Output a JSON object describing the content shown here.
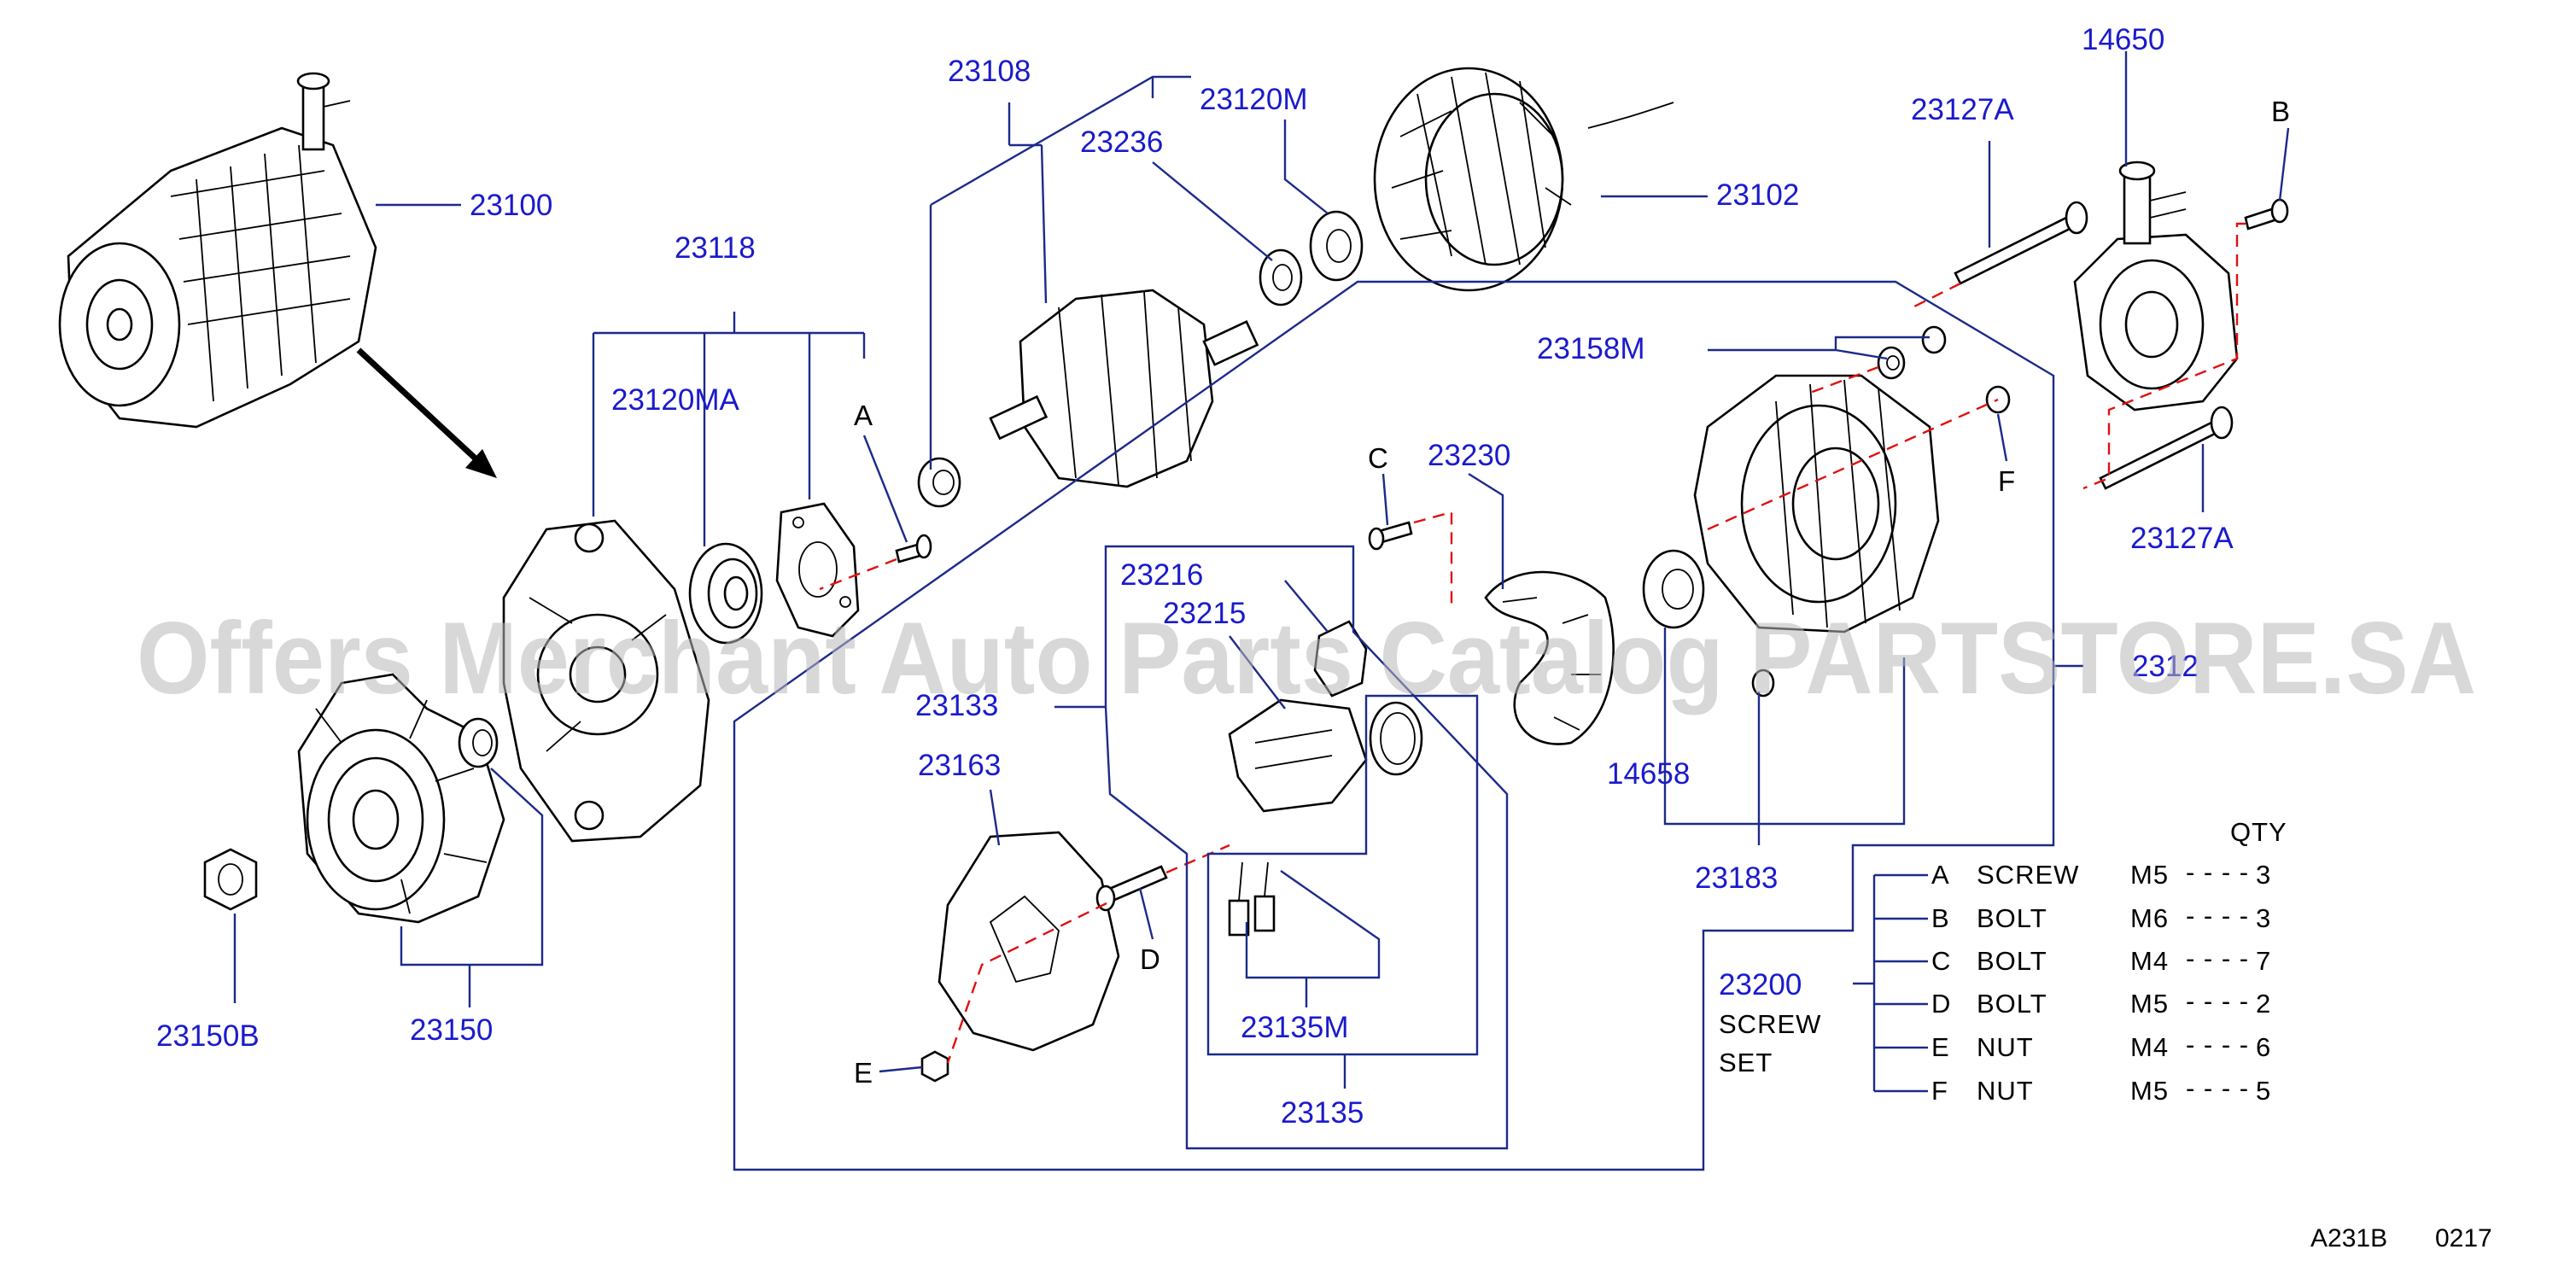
{
  "labels": {
    "p23100": "23100",
    "p23118": "23118",
    "p23120MA": "23120MA",
    "p23108": "23108",
    "p23236": "23236",
    "p23120M": "23120M",
    "p23102": "23102",
    "p14650": "14650",
    "p23127A_top": "23127A",
    "p23127A_bottom": "23127A",
    "p23158M": "23158M",
    "p23230": "23230",
    "p23216": "23216",
    "p23215": "23215",
    "p23133": "23133",
    "p23163": "23163",
    "p14658": "14658",
    "p23183": "23183",
    "p23150B": "23150B",
    "p23150": "23150",
    "p23135M": "23135M",
    "p23135": "23135",
    "p23200": "23200",
    "p2312_partial": "2312"
  },
  "letters": {
    "A": "A",
    "B": "B",
    "C": "C",
    "D": "D",
    "E": "E",
    "F": "F"
  },
  "screw_set": {
    "line1": "SCREW",
    "line2": "SET"
  },
  "legend": {
    "qty_header": "QTY",
    "rows": [
      {
        "key": "A",
        "type": "SCREW",
        "size": "M5",
        "dashes": "- - - -",
        "qty": "3"
      },
      {
        "key": "B",
        "type": "BOLT",
        "size": "M6",
        "dashes": "- - - -",
        "qty": "3"
      },
      {
        "key": "C",
        "type": "BOLT",
        "size": "M4",
        "dashes": "- - - -",
        "qty": "7"
      },
      {
        "key": "D",
        "type": "BOLT",
        "size": "M5",
        "dashes": "- - - -",
        "qty": "2"
      },
      {
        "key": "E",
        "type": "NUT",
        "size": "M4",
        "dashes": "- - - -",
        "qty": "6"
      },
      {
        "key": "F",
        "type": "NUT",
        "size": "M5",
        "dashes": "- - - -",
        "qty": "5"
      }
    ]
  },
  "footer": {
    "code1": "A231B",
    "code2": "0217"
  },
  "watermark": "Offers Merchant Auto Parts Catalog PARTSTORE.SA",
  "colors": {
    "label_blue": "#1a1acc",
    "leader_blue": "#1c2a8a",
    "guide_red": "#e01010",
    "watermark_gray": "#b8b8b8"
  }
}
